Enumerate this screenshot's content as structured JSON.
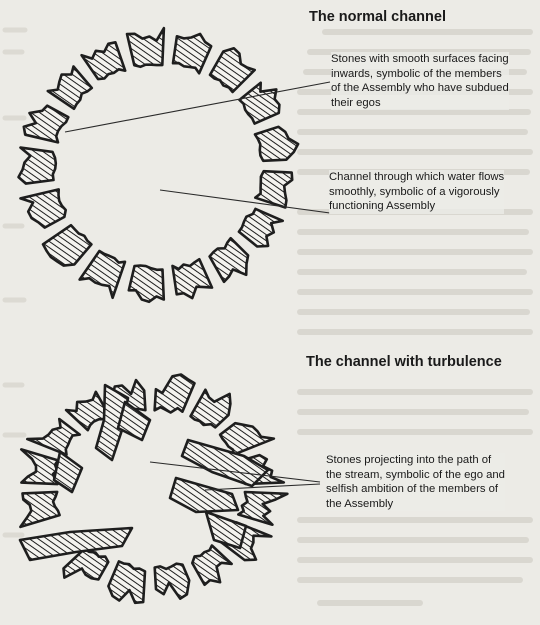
{
  "diagram": {
    "normal": {
      "title": "The normal channel",
      "caption_stones": [
        "Stones with smooth surfaces facing",
        "inwards, symbolic of the members",
        "of the Assembly who have subdued",
        "their egos"
      ],
      "caption_channel": [
        "Channel through which water flows",
        "smoothly, symbolic of a vigorously",
        "functioning Assembly"
      ]
    },
    "turbulent": {
      "title": "The channel with turbulence",
      "caption_stones": [
        "Stones projecting into the path of",
        "the stream, symbolic of the ego and",
        "selfish ambition of the members of",
        "the Assembly"
      ]
    }
  },
  "colors": {
    "paper": "#ecebe6",
    "ink": "#1e1e1e",
    "stone_fill": "#f4f3ef"
  }
}
